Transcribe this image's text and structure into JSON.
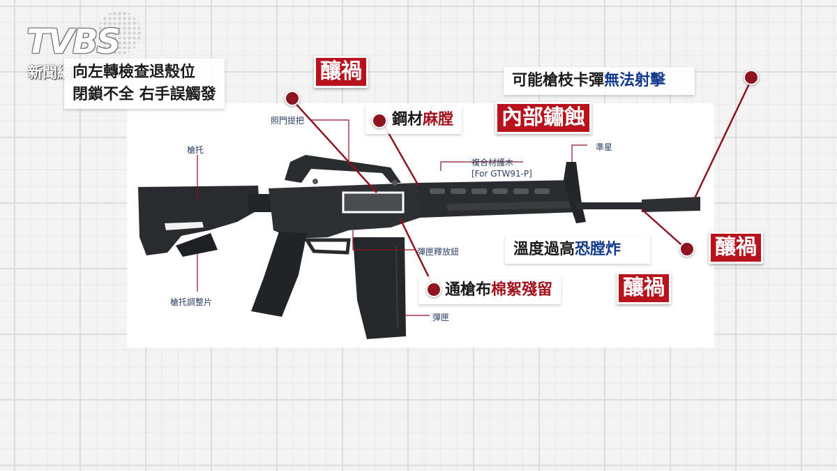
{
  "logo": {
    "name": "TVBS",
    "sub": "新聞網"
  },
  "parts": {
    "carry_handle": "照門提把",
    "stock": "槍托",
    "handguard": "複合材護木",
    "handguard_model": "[For GTW91-P]",
    "front_sight": "準星",
    "mag_release": "彈匣釋放鈕",
    "stock_plate": "槍托調整片",
    "magazine": "彈匣"
  },
  "callouts": {
    "bolt_line1": "向左轉檢查退殼位",
    "bolt_line2": "閉鎖不全 右手誤觸發",
    "steel_a": "鋼材",
    "steel_b": "麻膛",
    "jam_a": "可能槍枝卡彈",
    "jam_b": "無法射擊",
    "temp_a": "溫度過高",
    "temp_b": "恐膛炸",
    "cloth_a": "通槍布",
    "cloth_b": "棉絮殘留"
  },
  "badges": {
    "b1": "釀禍",
    "corrosion": "內部鏽蝕",
    "b2": "釀禍",
    "b3": "釀禍"
  }
}
